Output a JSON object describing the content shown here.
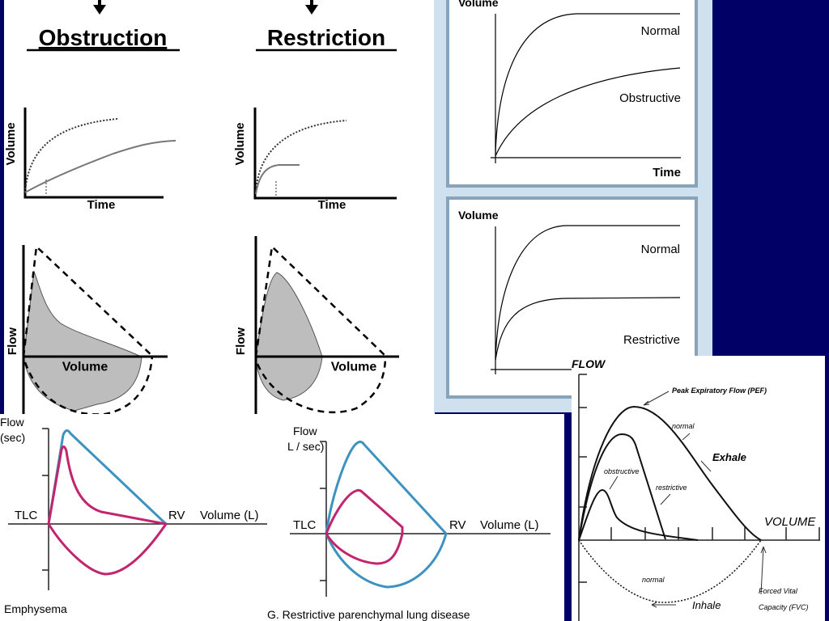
{
  "colors": {
    "background": "#000066",
    "panel_blue": "#cfe0ef",
    "frame_border": "#88a4ba",
    "normal_loop": "#3d93c0",
    "disease_loop": "#c2246e",
    "shaded_loop": "#bdbdbd"
  },
  "panel_a": {
    "obstruction_title": "Obstruction",
    "restriction_title": "Restriction",
    "volume_label": "Volume",
    "time_label": "Time",
    "flow_label": "Flow",
    "volume_axis_label": "Volume",
    "icons": [
      "arrow-down-icon",
      "arrow-down-icon"
    ]
  },
  "panel_b": {
    "top": {
      "y_label": "Volume",
      "x_label": "Time",
      "curve_1": "Normal",
      "curve_2": "Obstructive"
    },
    "bottom": {
      "y_label": "Volume",
      "curve_1": "Normal",
      "curve_2": "Restrictive"
    }
  },
  "panel_c": {
    "left": {
      "y_label_1": "Flow",
      "y_label_2": "(sec)",
      "tlc": "TLC",
      "rv": "RV",
      "x_label": "Volume (L)",
      "caption": "Emphysema"
    },
    "right": {
      "y_label_1": "Flow",
      "y_label_2": "L / sec)",
      "tlc": "TLC",
      "rv": "RV",
      "x_label": "Volume (L)",
      "caption": "G. Restrictive parenchymal lung disease"
    }
  },
  "panel_d": {
    "y_label": "FLOW",
    "x_label": "VOLUME",
    "pef": "Peak Expiratory Flow (PEF)",
    "normal_exhale": "normal",
    "exhale": "Exhale",
    "obstructive": "obstructive",
    "restrictive": "restrictive",
    "normal_inhale": "normal",
    "inhale": "Inhale",
    "fvc_1": "Forced Vital",
    "fvc_2": "Capacity (FVC)"
  }
}
